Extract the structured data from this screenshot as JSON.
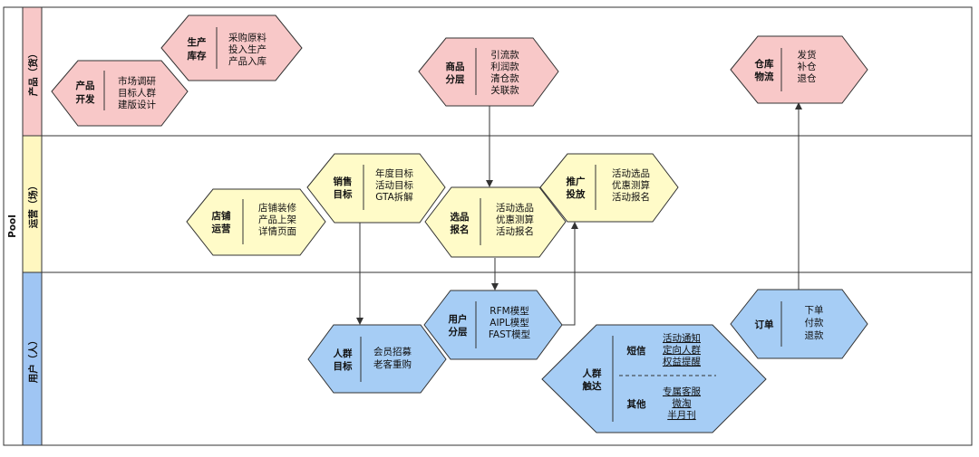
{
  "pool": {
    "title": "Pool",
    "lanes": [
      {
        "label": "产品（货）"
      },
      {
        "label": "运营（场）"
      },
      {
        "label": "用户（人）"
      }
    ]
  },
  "colors": {
    "product_lane": "#f8c8c8",
    "ops_lane": "#fff7c0",
    "user_lane": "#9fc5f3",
    "product_node": "#f8c8c8",
    "ops_node": "#fffbc8",
    "user_node": "#a6cdf5",
    "line": "#333333"
  },
  "nodes": {
    "product_dev": {
      "title": [
        "产品",
        "开发"
      ],
      "items": [
        "市场调研",
        "目标人群",
        "建版设计"
      ]
    },
    "production": {
      "title": [
        "生产",
        "库存"
      ],
      "items": [
        "采购原料",
        "投入生产",
        "产品入库"
      ]
    },
    "goods_tier": {
      "title": [
        "商品",
        "分层"
      ],
      "items": [
        "引流款",
        "利润款",
        "清仓款",
        "关联款"
      ]
    },
    "warehouse": {
      "title": [
        "仓库",
        "物流"
      ],
      "items": [
        "发货",
        "补仓",
        "退仓"
      ]
    },
    "store_ops": {
      "title": [
        "店铺",
        "运营"
      ],
      "items": [
        "店铺装修",
        "产品上架",
        "详情页面"
      ]
    },
    "sales_goal": {
      "title": [
        "销售",
        "目标"
      ],
      "items": [
        "年度目标",
        "活动目标",
        "GTA拆解"
      ]
    },
    "selection": {
      "title": [
        "选品",
        "报名"
      ],
      "items": [
        "活动选品",
        "优惠测算",
        "活动报名"
      ]
    },
    "promotion": {
      "title": [
        "推广",
        "投放"
      ],
      "items": [
        "活动选品",
        "优惠测算",
        "活动报名"
      ]
    },
    "crowd_goal": {
      "title": [
        "人群",
        "目标"
      ],
      "items": [
        "会员招募",
        "老客重购"
      ]
    },
    "user_tier": {
      "title": [
        "用户",
        "分层"
      ],
      "items": [
        "RFM模型",
        "AIPL模型",
        "FAST模型"
      ]
    },
    "reach": {
      "title": [
        "人群",
        "触达"
      ],
      "sms_label": "短信",
      "sms_items": [
        "活动通知",
        "定向人群",
        "权益提醒"
      ],
      "other_label": "其他",
      "other_items": [
        "专属客服",
        "微淘",
        "半月刊"
      ]
    },
    "order": {
      "title": [
        "订单"
      ],
      "items": [
        "下单",
        "付款",
        "退款"
      ]
    }
  }
}
